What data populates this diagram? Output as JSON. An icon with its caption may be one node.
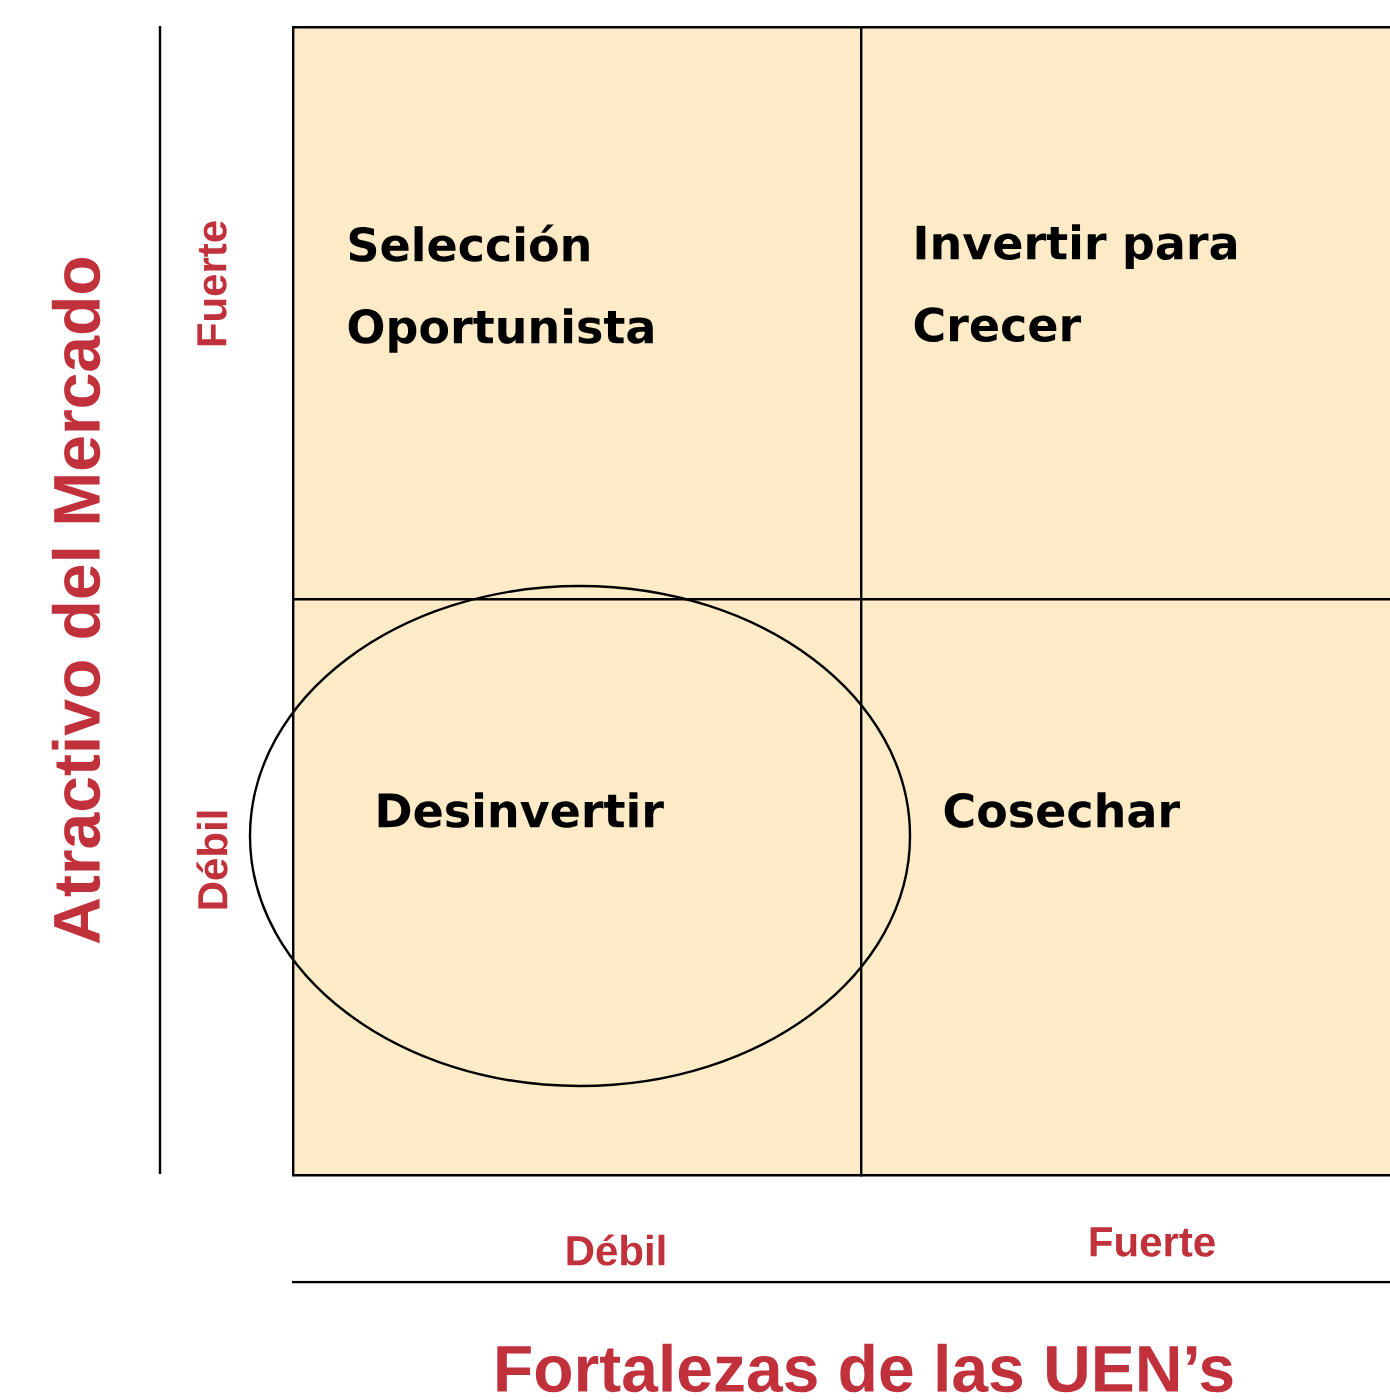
{
  "diagram": {
    "nodes": [
      {
        "text": [
          "Selección Oportunista"
        ]
      },
      {
        "text": [
          "Invertir para Crecer"
        ]
      },
      {
        "text": [
          "Desinvertir"
        ]
      },
      {
        "text": [
          "Cosechar"
        ]
      }
    ],
    "labels": [
      "Atractivo del Mercado",
      "Fuerte",
      "Débil",
      "Débil",
      "Fuerte",
      "Fortalezas de las UEN’s"
    ]
  }
}
